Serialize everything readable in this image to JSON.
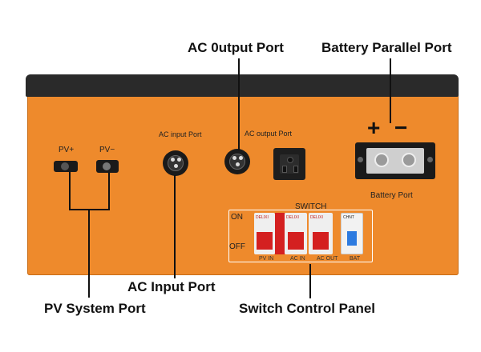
{
  "callouts": {
    "ac_output_port": "AC 0utput Port",
    "battery_parallel_port": "Battery Parallel Port",
    "ac_input_port": "AC Input Port",
    "pv_system_port": "PV System Port",
    "switch_control_panel": "Switch Control Panel"
  },
  "panel": {
    "pv_plus": "PV+",
    "pv_minus": "PV−",
    "ac_input_label": "AC input Port",
    "ac_output_label": "AC output Port",
    "battery_port_label": "Battery Port",
    "battery_plus": "+",
    "battery_minus": "−",
    "switch_title": "SWITCH",
    "on_label": "ON",
    "off_label": "OFF",
    "breakers": [
      {
        "brand": "DELIXI",
        "caption": "PV IN"
      },
      {
        "brand": "DELIXI",
        "caption": "AC IN"
      },
      {
        "brand": "DELIXI",
        "caption": "AC OUT"
      },
      {
        "brand": "CHNT",
        "caption": "BAT"
      }
    ]
  },
  "colors": {
    "enclosure": "#ee8a2c",
    "top_cover": "#2a2a2a",
    "breaker_red": "#d42020",
    "breaker_blue": "#2d7be0"
  }
}
